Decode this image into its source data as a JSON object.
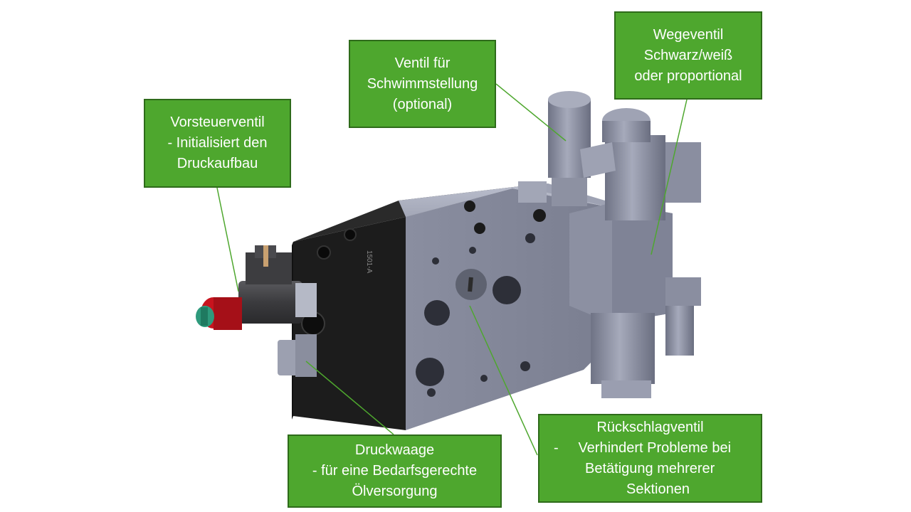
{
  "callouts": {
    "pilot_valve": {
      "lines": [
        "Vorsteuerventil",
        "- Initialisiert den",
        "Druckaufbau"
      ]
    },
    "float_valve": {
      "lines": [
        "Ventil für",
        "Schwimmstellung",
        "(optional)"
      ]
    },
    "directional_valve": {
      "lines": [
        "Wegeventil",
        "Schwarz/weiß",
        "oder proportional"
      ]
    },
    "pressure_compensator": {
      "lines": [
        "Druckwaage",
        "- für eine Bedarfsgerechte",
        "Ölversorgung"
      ]
    },
    "check_valve": {
      "title": "Rückschlagventil",
      "lines": [
        "-     Verhindert Probleme bei",
        "Betätigung mehrerer",
        "Sektionen"
      ]
    }
  },
  "part_marking": "1501-A",
  "colors": {
    "callout_fill": "#4ea72e",
    "callout_border": "#2e6b1a",
    "leader_line": "#4ea72e",
    "body_black": "#1c1c1c",
    "body_grey": "#7d8293"
  }
}
